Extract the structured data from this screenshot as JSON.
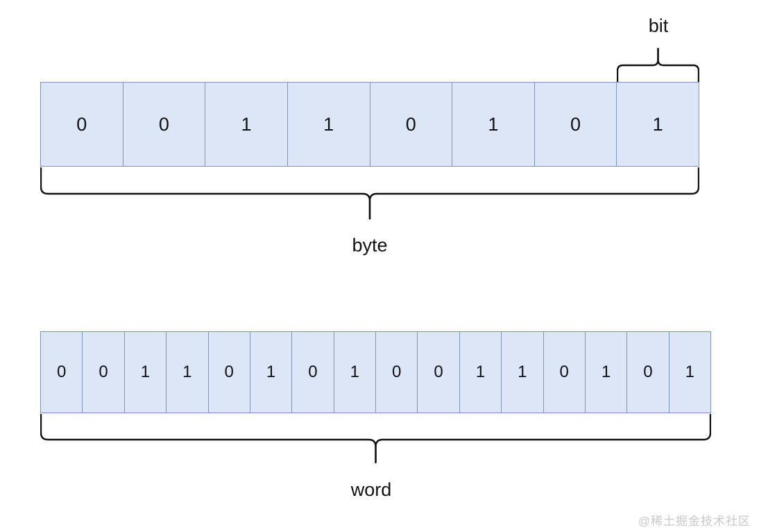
{
  "byte_diagram": {
    "bit_label": "bit",
    "label": "byte",
    "bits": [
      "0",
      "0",
      "1",
      "1",
      "0",
      "1",
      "0",
      "1"
    ]
  },
  "word_diagram": {
    "label": "word",
    "bits": [
      "0",
      "0",
      "1",
      "1",
      "0",
      "1",
      "0",
      "1",
      "0",
      "0",
      "1",
      "1",
      "0",
      "1",
      "0",
      "1"
    ]
  },
  "watermark": "@稀土掘金技术社区",
  "colors": {
    "cell_fill": "#dce6f7",
    "cell_border": "#7e93bb",
    "brace_stroke": "#111111",
    "watermark": "#c9c9c9"
  }
}
